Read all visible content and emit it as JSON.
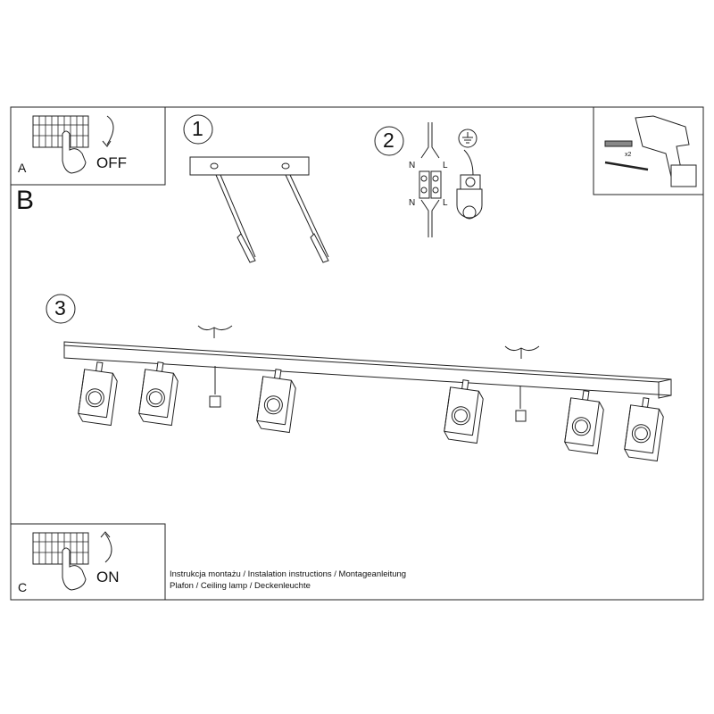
{
  "steps": {
    "a": {
      "letter": "A",
      "label": "OFF"
    },
    "b": {
      "letter": "B"
    },
    "c": {
      "letter": "C",
      "label": "ON"
    },
    "one": "1",
    "two": "2",
    "three": "3"
  },
  "wiring": {
    "n_top": "N",
    "l_top": "L",
    "n_bottom": "N",
    "l_bottom": "L"
  },
  "tools": {
    "quantity": "x2"
  },
  "caption": {
    "line1": "Instrukcja montażu / Instalation instructions / Montageanleitung",
    "line2": "Plafon / Ceiling lamp / Deckenleuchte"
  }
}
